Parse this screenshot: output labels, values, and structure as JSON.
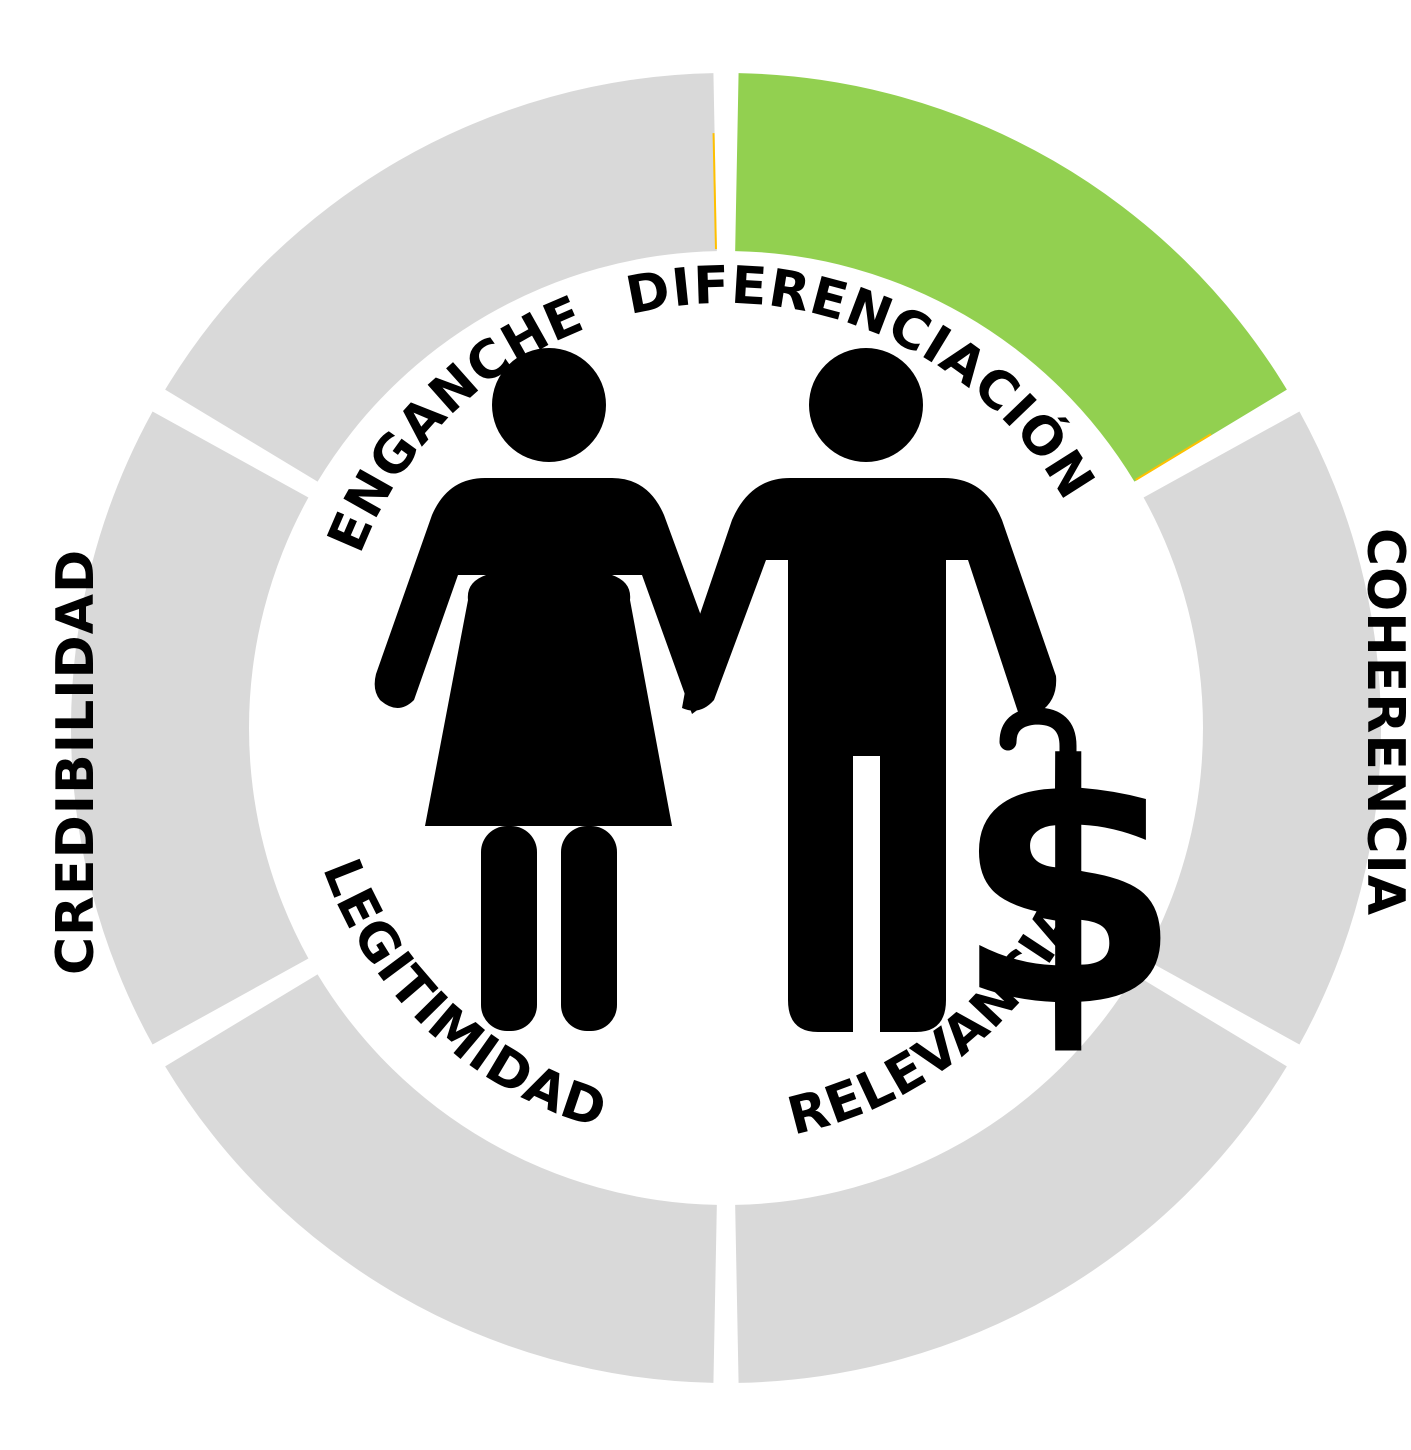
{
  "diagram": {
    "segments": [
      {
        "id": "enganche",
        "label": "ENGANCHE",
        "active": false
      },
      {
        "id": "diferenciacion",
        "label": "DIFERENCIACIÓN",
        "active": true
      },
      {
        "id": "coherencia",
        "label": "COHERENCIA",
        "active": false
      },
      {
        "id": "relevancia",
        "label": "RELEVANCIA",
        "active": false
      },
      {
        "id": "legitimidad",
        "label": "LEGITIMIDAD",
        "active": false
      },
      {
        "id": "credibilidad",
        "label": "CREDIBILIDAD",
        "active": false
      }
    ],
    "center_icon": "elderly-couple-pension-icon",
    "dollar_symbol": "$",
    "colors": {
      "active": "#92d050",
      "inactive": "#d9d9d9",
      "divider": "#ffffff",
      "accent_line": "#ffc000",
      "icon": "#000000"
    }
  }
}
